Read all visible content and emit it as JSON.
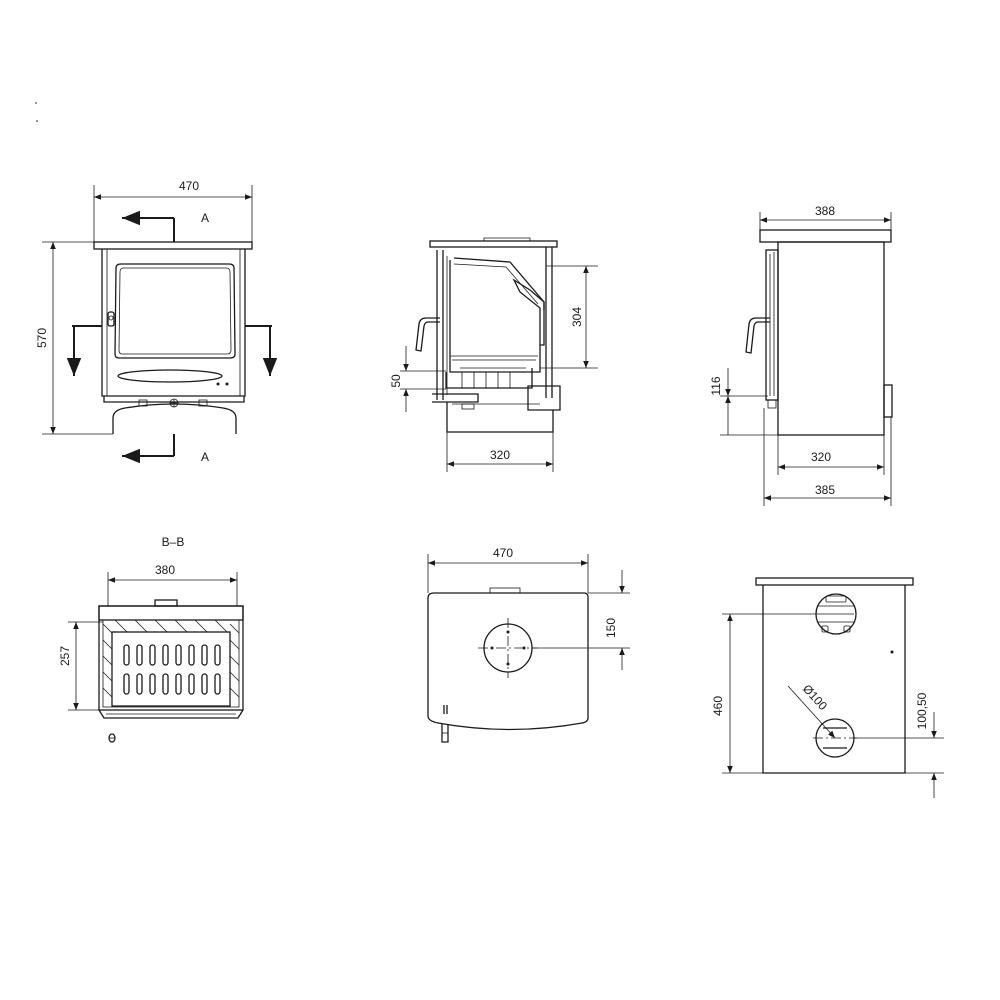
{
  "front_view": {
    "width_label": "470",
    "height_label": "570",
    "section_label_top": "A",
    "section_label_bottom": "A"
  },
  "section_view": {
    "height_label": "304",
    "base_label": "50",
    "depth_label": "320"
  },
  "side_view": {
    "top_label": "388",
    "base_height_label": "116",
    "depth_label_inner": "320",
    "depth_label_outer": "385"
  },
  "plan_section": {
    "title": "B–B",
    "width_label": "380",
    "depth_label": "257"
  },
  "top_view": {
    "width_label": "470",
    "flue_offset_label": "150"
  },
  "rear_view": {
    "height_label": "460",
    "diameter_label": "Ø100",
    "lower_outlet_label": "100,50"
  }
}
